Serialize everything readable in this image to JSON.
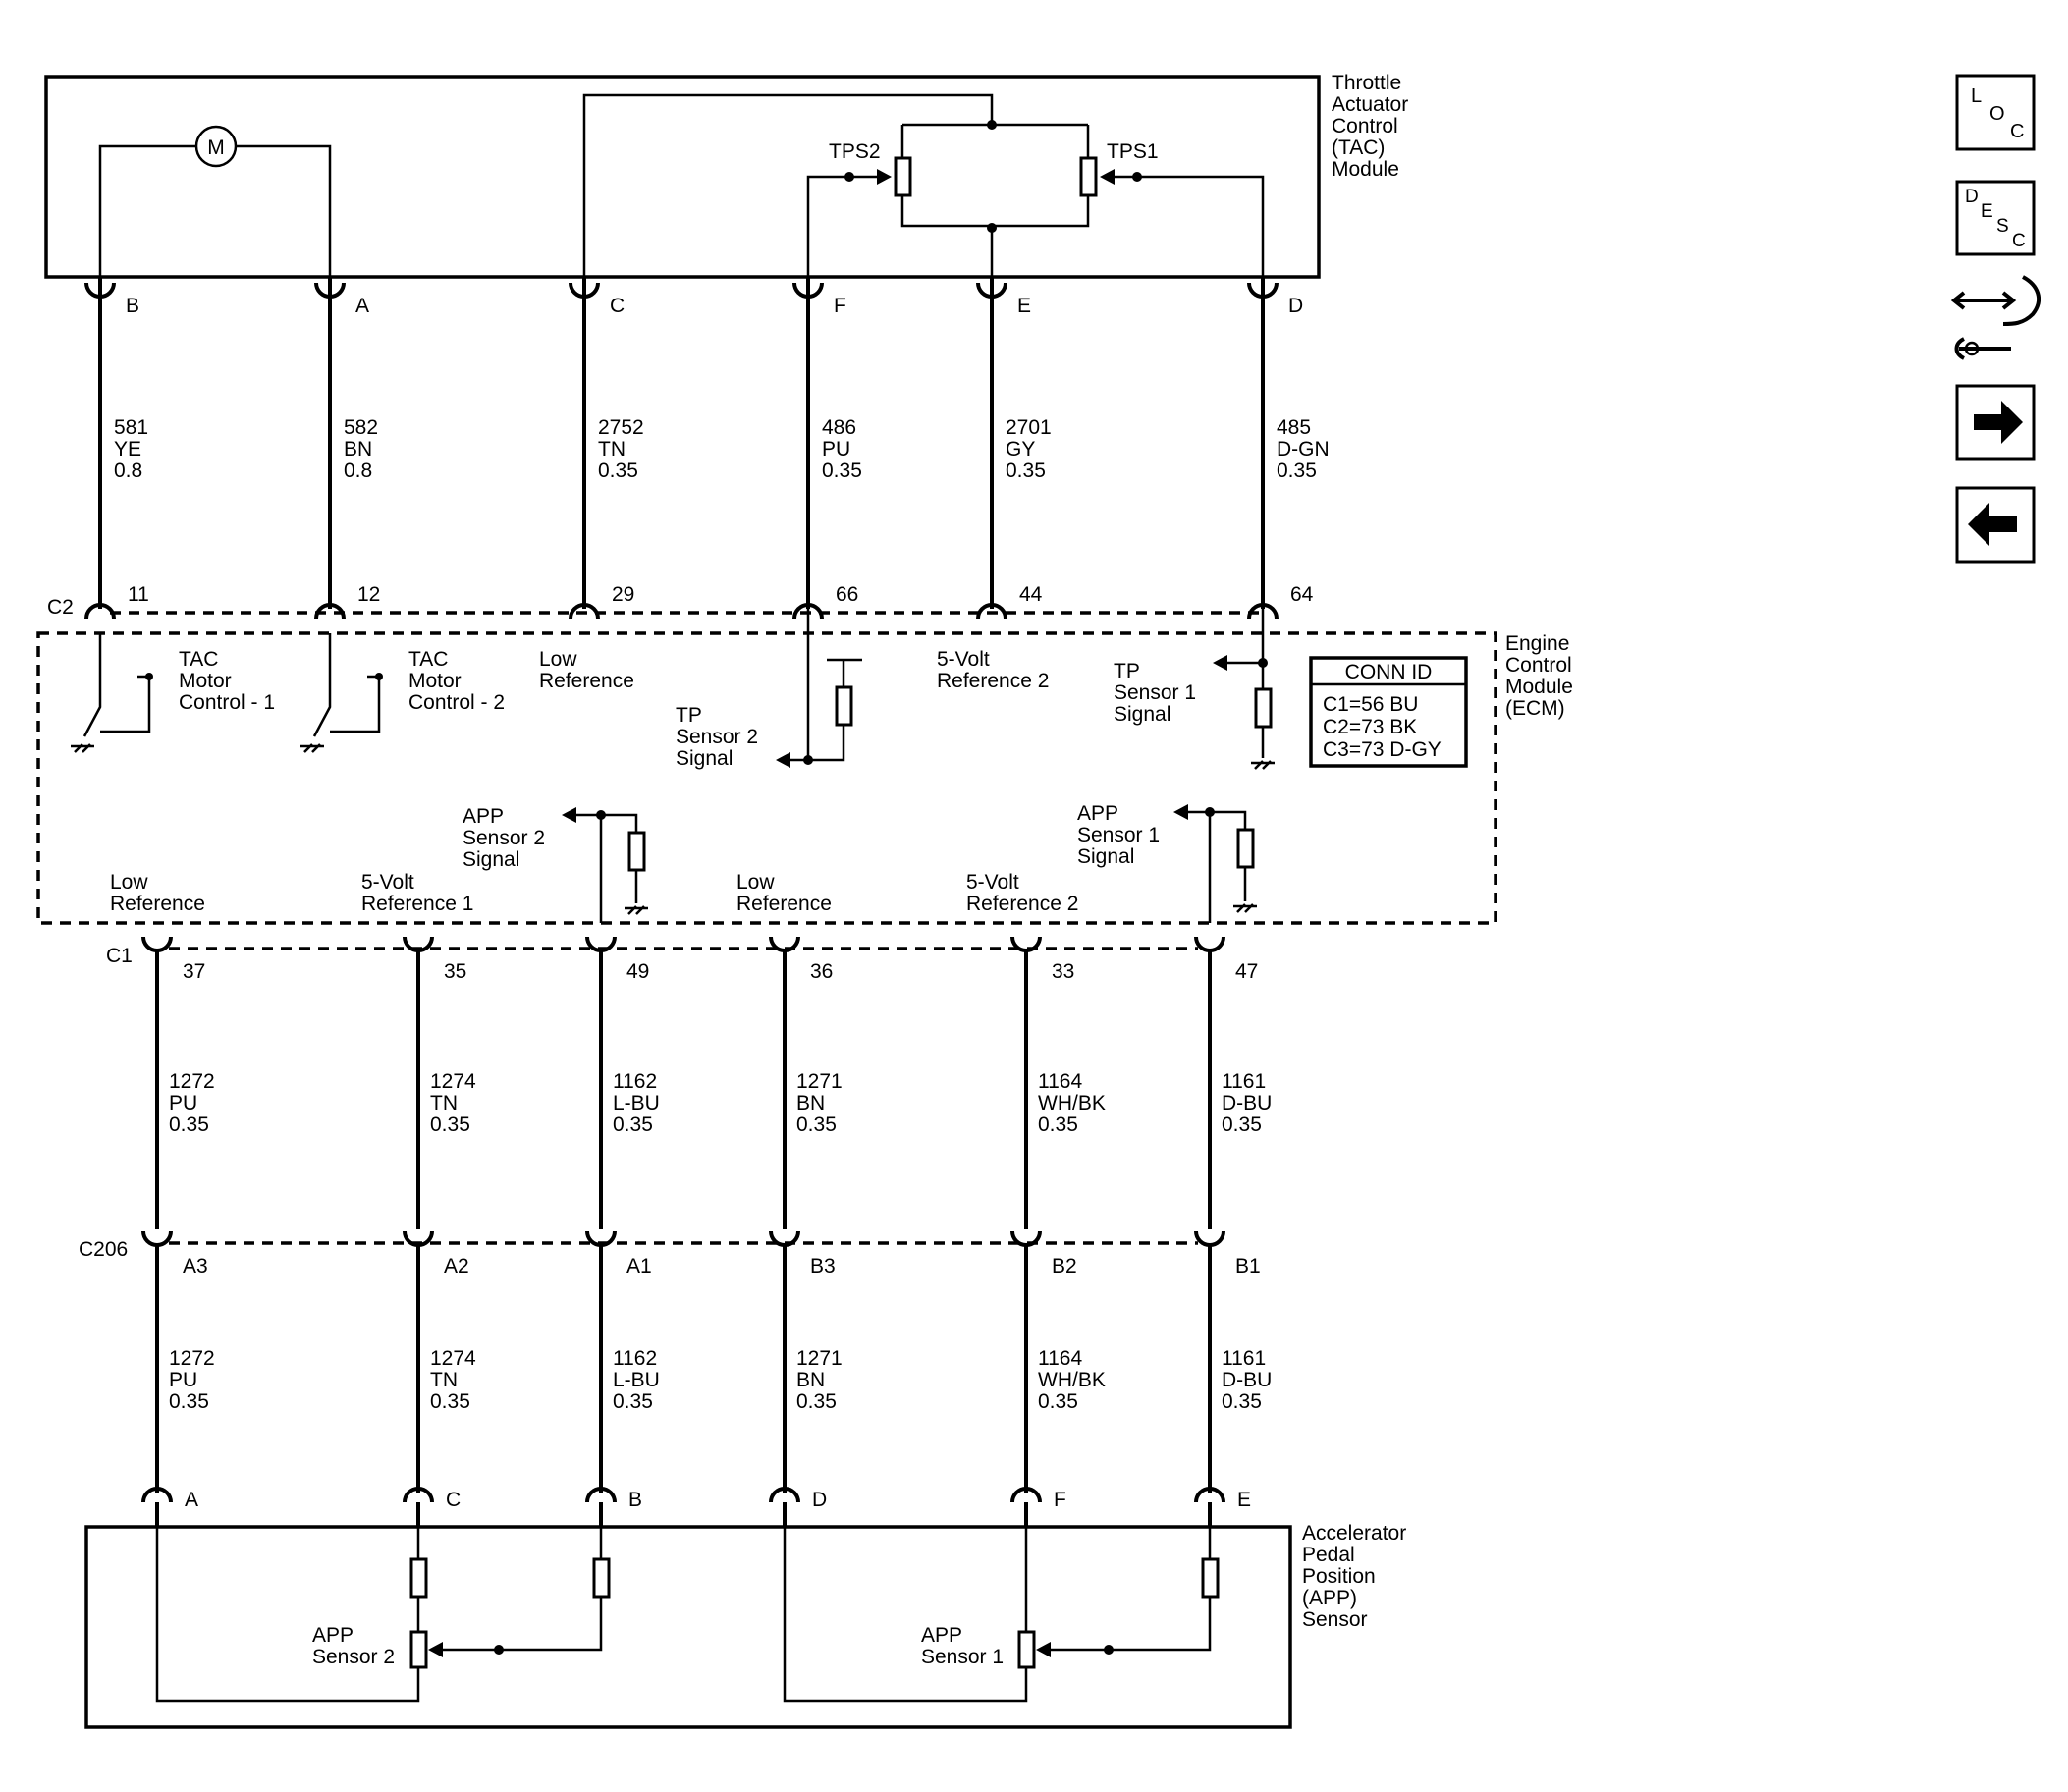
{
  "modules": {
    "tac": "Throttle\nActuator\nControl\n(TAC)\nModule",
    "ecm": "Engine\nControl\nModule\n(ECM)",
    "app": "Accelerator\nPedal\nPosition\n(APP)\nSensor"
  },
  "tac_internal": {
    "motor": "M",
    "tps2": "TPS2",
    "tps1": "TPS1"
  },
  "tac_pins": [
    "B",
    "A",
    "C",
    "F",
    "E",
    "D"
  ],
  "upper_wires": [
    {
      "circuit": "581",
      "color": "YE",
      "gauge": "0.8"
    },
    {
      "circuit": "582",
      "color": "BN",
      "gauge": "0.8"
    },
    {
      "circuit": "2752",
      "color": "TN",
      "gauge": "0.35"
    },
    {
      "circuit": "486",
      "color": "PU",
      "gauge": "0.35"
    },
    {
      "circuit": "2701",
      "color": "GY",
      "gauge": "0.35"
    },
    {
      "circuit": "485",
      "color": "D-GN",
      "gauge": "0.35"
    }
  ],
  "connector_c2": {
    "name": "C2",
    "pins": [
      "11",
      "12",
      "29",
      "66",
      "44",
      "64"
    ]
  },
  "ecm_labels": {
    "tac_motor_1": "TAC\nMotor\nControl - 1",
    "tac_motor_2": "TAC\nMotor\nControl - 2",
    "low_ref_top": "Low\nReference",
    "tp_sensor_2": "TP\nSensor 2\nSignal",
    "five_volt_ref_2_top": "5-Volt\nReference 2",
    "tp_sensor_1": "TP\nSensor 1\nSignal",
    "app_sensor_2": "APP\nSensor 2\nSignal",
    "app_sensor_1": "APP\nSensor 1\nSignal",
    "low_ref_1": "Low\nReference",
    "five_volt_ref_1": "5-Volt\nReference 1",
    "low_ref_2": "Low\nReference",
    "five_volt_ref_2": "5-Volt\nReference 2"
  },
  "conn_id": {
    "title": "CONN ID",
    "lines": [
      "C1=56 BU",
      "C2=73 BK",
      "C3=73 D-GY"
    ]
  },
  "connector_c1": {
    "name": "C1",
    "pins": [
      "37",
      "35",
      "49",
      "36",
      "33",
      "47"
    ]
  },
  "middle_wires": [
    {
      "circuit": "1272",
      "color": "PU",
      "gauge": "0.35"
    },
    {
      "circuit": "1274",
      "color": "TN",
      "gauge": "0.35"
    },
    {
      "circuit": "1162",
      "color": "L-BU",
      "gauge": "0.35"
    },
    {
      "circuit": "1271",
      "color": "BN",
      "gauge": "0.35"
    },
    {
      "circuit": "1164",
      "color": "WH/BK",
      "gauge": "0.35"
    },
    {
      "circuit": "1161",
      "color": "D-BU",
      "gauge": "0.35"
    }
  ],
  "connector_c206": {
    "name": "C206",
    "pins": [
      "A3",
      "A2",
      "A1",
      "B3",
      "B2",
      "B1"
    ]
  },
  "lower_wires": [
    {
      "circuit": "1272",
      "color": "PU",
      "gauge": "0.35"
    },
    {
      "circuit": "1274",
      "color": "TN",
      "gauge": "0.35"
    },
    {
      "circuit": "1162",
      "color": "L-BU",
      "gauge": "0.35"
    },
    {
      "circuit": "1271",
      "color": "BN",
      "gauge": "0.35"
    },
    {
      "circuit": "1164",
      "color": "WH/BK",
      "gauge": "0.35"
    },
    {
      "circuit": "1161",
      "color": "D-BU",
      "gauge": "0.35"
    }
  ],
  "app_pins": [
    "A",
    "C",
    "B",
    "D",
    "F",
    "E"
  ],
  "app_internal": {
    "sensor2": "APP\nSensor 2",
    "sensor1": "APP\nSensor 1"
  },
  "nav": {
    "loc": [
      "L",
      "O",
      "C"
    ],
    "desc": [
      "D",
      "E",
      "S",
      "C"
    ],
    "icons": [
      "locate-component-icon",
      "description-icon",
      "connector-tool-icon",
      "next-arrow-icon",
      "previous-arrow-icon"
    ]
  }
}
